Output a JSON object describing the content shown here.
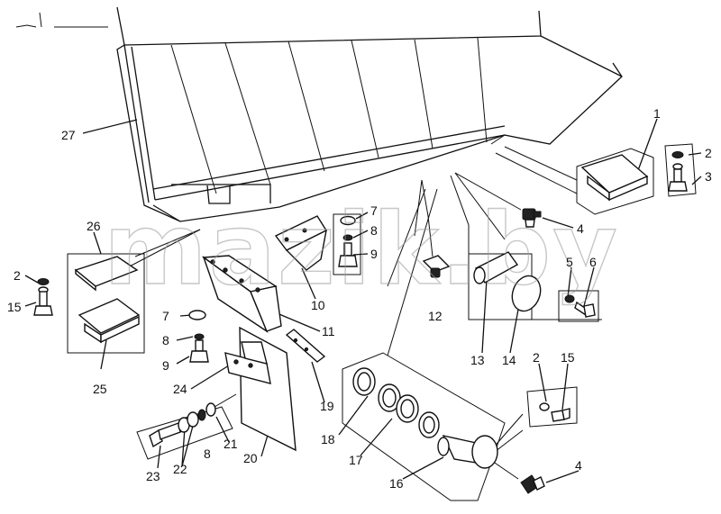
{
  "watermark": "mazik.by",
  "callouts": {
    "c1": "1",
    "c2a": "2",
    "c2b": "2",
    "c2c": "2",
    "c3": "3",
    "c4a": "4",
    "c4b": "4",
    "c5": "5",
    "c6": "6",
    "c7a": "7",
    "c7b": "7",
    "c8a": "8",
    "c8b": "8",
    "c8c": "8",
    "c9a": "9",
    "c9b": "9",
    "c10": "10",
    "c11": "11",
    "c12": "12",
    "c13": "13",
    "c14": "14",
    "c15a": "15",
    "c15b": "15",
    "c16": "16",
    "c17": "17",
    "c18": "18",
    "c19": "19",
    "c20": "20",
    "c21": "21",
    "c22": "22",
    "c23": "23",
    "c24": "24",
    "c25": "25",
    "c26": "26",
    "c27": "27"
  }
}
